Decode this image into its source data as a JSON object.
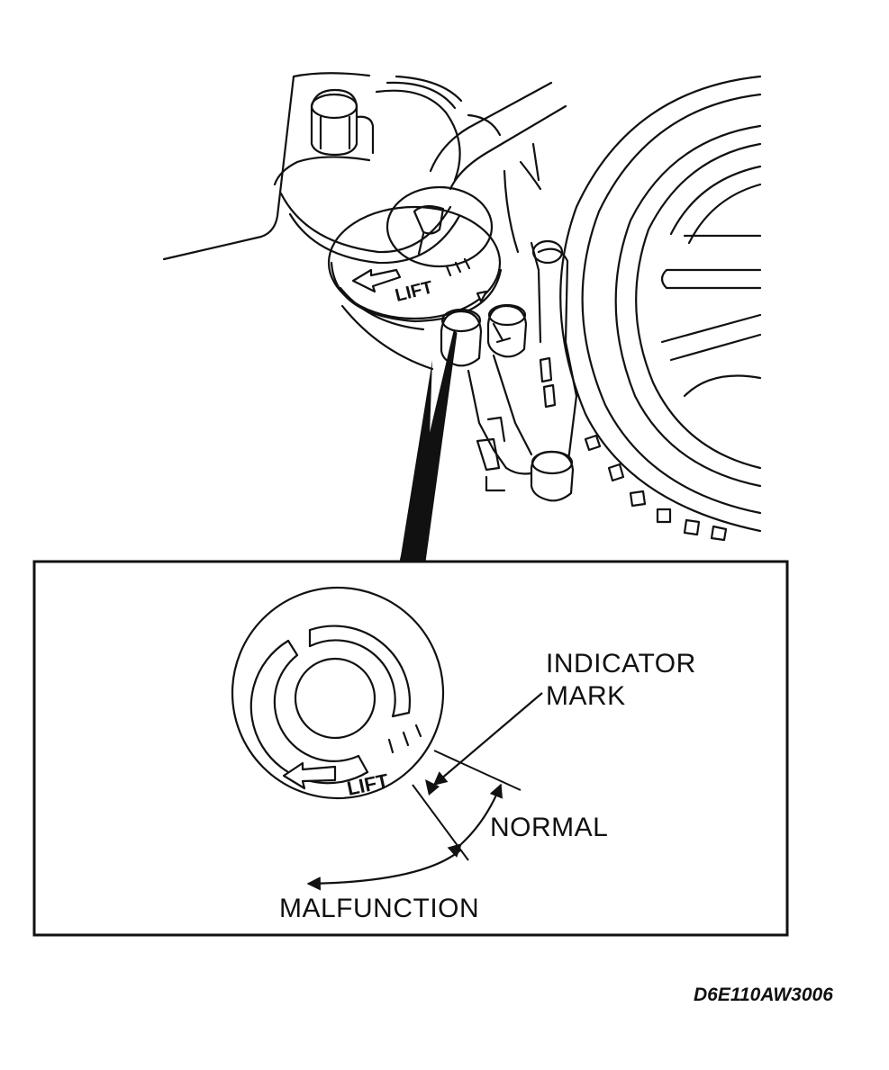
{
  "diagram": {
    "scale_text": "LIFT",
    "labels": {
      "indicator_mark_line1": "INDICATOR",
      "indicator_mark_line2": "MARK",
      "normal": "NORMAL",
      "malfunction": "MALFUNCTION"
    },
    "figure_code": "D6E110AW3006"
  }
}
